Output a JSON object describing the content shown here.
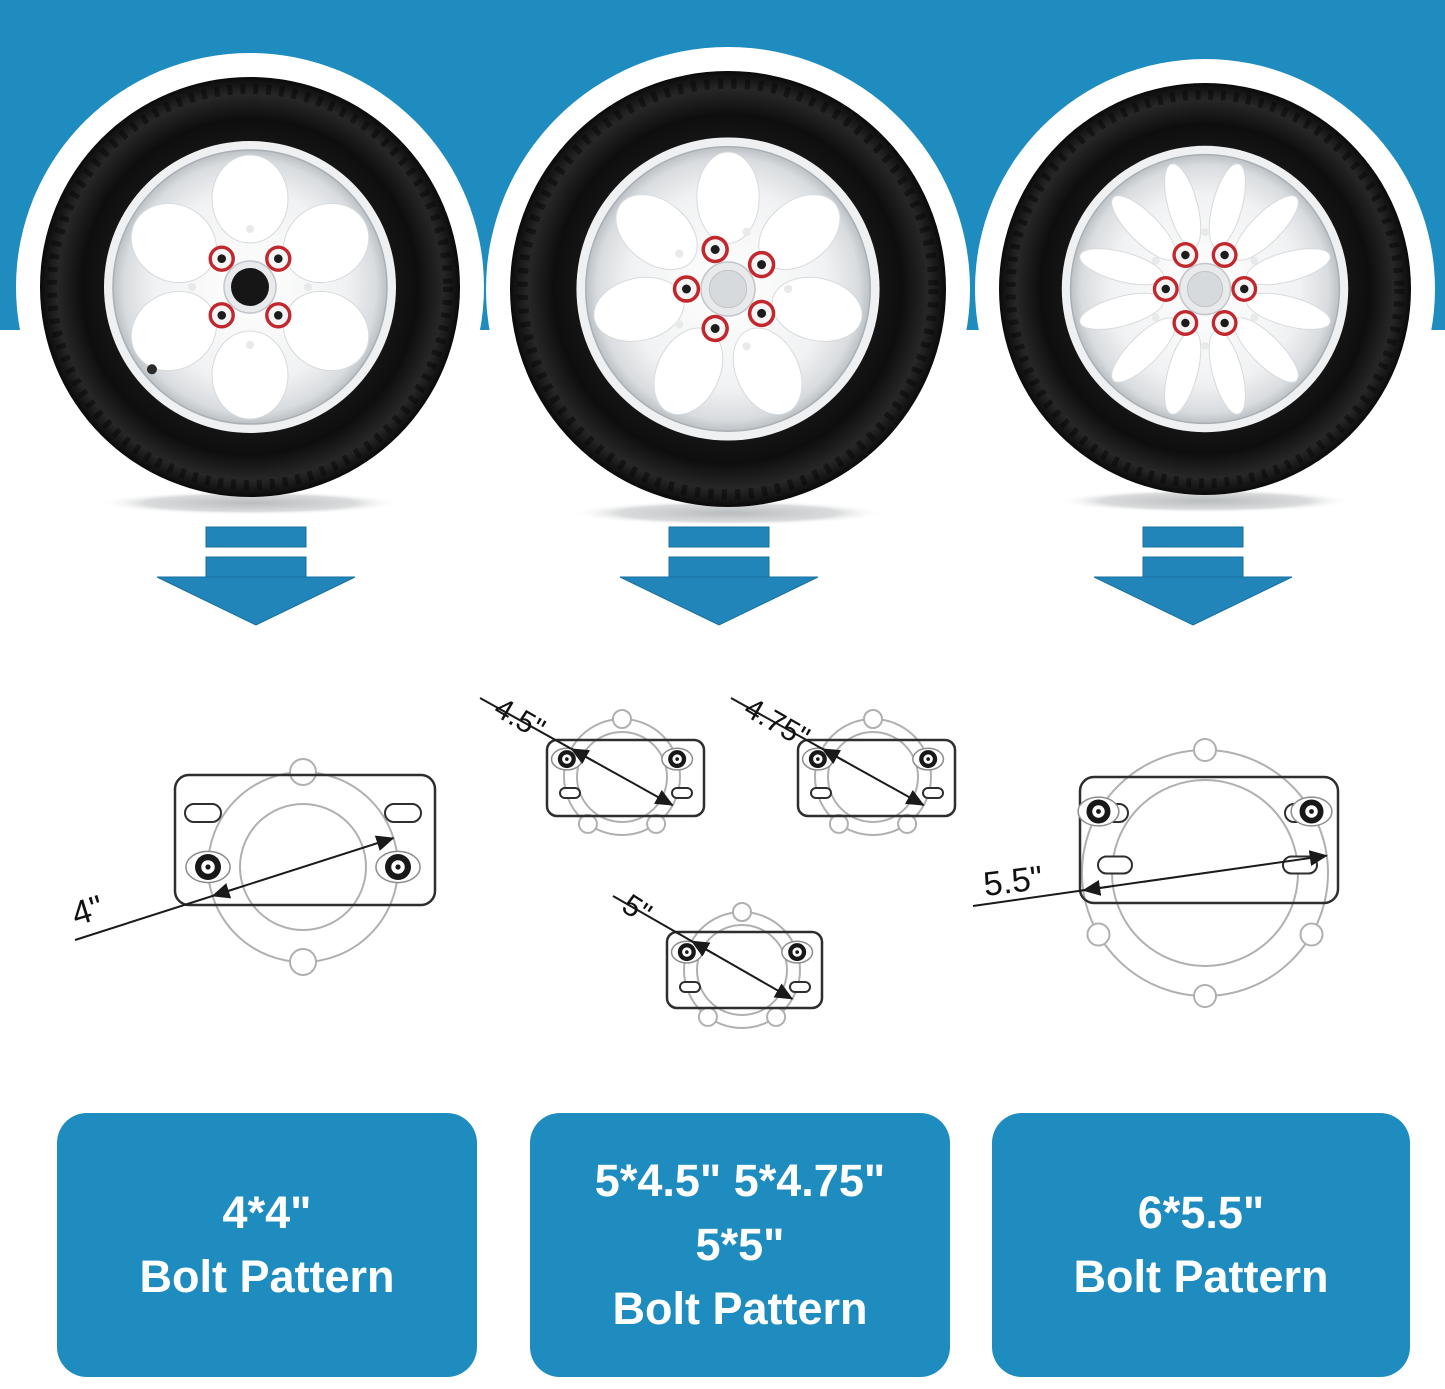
{
  "theme": {
    "band_blue": "#1e8cbe",
    "box_blue": "#1e8cbe",
    "arrow_blue": "#2285ba",
    "arrow_edge": "#17709f",
    "lug_ring_red": "#c3272e",
    "diagram_line_dark": "#1a1a1a",
    "diagram_gray": "#b0b0b0"
  },
  "wheels": [
    {
      "name": "wheel-4-lug",
      "lugs": 4,
      "spokes": 6
    },
    {
      "name": "wheel-5-lug",
      "lugs": 5,
      "spokes": 7
    },
    {
      "name": "wheel-6-lug",
      "lugs": 6,
      "spokes": 12
    }
  ],
  "diagrams": [
    {
      "label": "4\"",
      "holes": 4
    },
    {
      "label": "4.5\"",
      "holes": 5
    },
    {
      "label": "4.75\"",
      "holes": 5
    },
    {
      "label": "5\"",
      "holes": 5
    },
    {
      "label": "5.5\"",
      "holes": 6
    }
  ],
  "pattern_boxes": [
    {
      "lines": [
        "4*4\"",
        "Bolt Pattern"
      ]
    },
    {
      "lines": [
        "5*4.5\" 5*4.75\"",
        "5*5\"",
        "Bolt Pattern"
      ]
    },
    {
      "lines": [
        "6*5.5\"",
        "Bolt Pattern"
      ]
    }
  ]
}
